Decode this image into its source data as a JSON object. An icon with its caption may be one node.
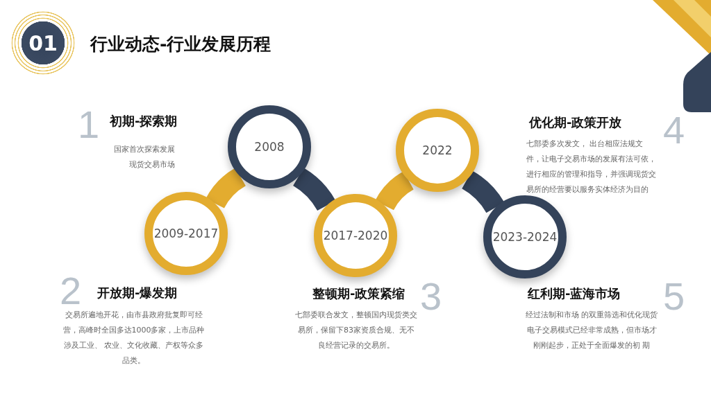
{
  "diagram": {
    "title": "行业动态-行业发展历程",
    "nodes": [
      {
        "text": [
          "01"
        ]
      },
      {
        "text": [
          "2009-2017"
        ]
      },
      {
        "text": [
          "2008"
        ]
      },
      {
        "text": [
          "2017-2020"
        ]
      },
      {
        "text": [
          "2022"
        ]
      },
      {
        "text": [
          "2023-2024"
        ]
      }
    ],
    "edges": [
      {
        "from": 1,
        "to": 2,
        "arrow": "none",
        "color": "#e3ac2f"
      },
      {
        "from": 2,
        "to": 3,
        "arrow": "none",
        "color": "#34435a"
      },
      {
        "from": 3,
        "to": 4,
        "arrow": "none",
        "color": "#e3ac2f"
      },
      {
        "from": 4,
        "to": 5,
        "arrow": "none",
        "color": "#34435a"
      }
    ],
    "labels": [
      "1",
      "初期-探索期",
      "国家首次探索发展现货交易市场",
      "4",
      "优化期-政策开放",
      "七部委多次发文， 出台相应法规文件，让电子交易市场的发展有法可依，进行相应的管理和指导，并强调现货交易所的经营要以服务实体经济为目的",
      "2",
      "开放期-爆发期",
      "交易所遍地开花，由市县政府批复即可经营，高峰时全国多达1000多家，上市品种涉及工业、 农业、文化收藏、产权等众多品类。",
      "整顿期-政策紧缩",
      "3",
      "七部委联合发文，整顿国内现货类交易所，保留下83家资质合规、无不良经营记录的交易所。",
      "红利期-蓝海市场",
      "5",
      "经过法制和市场 的双重筛选和优化现货电子交易模式已经非常成熟，但市场才刚刚起步，正处于全面爆发的初 期"
    ]
  }
}
